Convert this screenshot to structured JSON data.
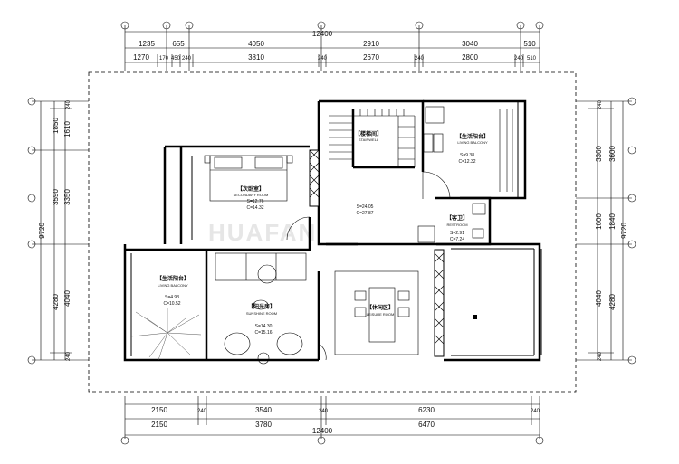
{
  "top_dims": {
    "row1": [
      "1235",
      "655",
      "4050",
      "2910",
      "3040",
      "510"
    ],
    "total": "12400",
    "row2": [
      "1270",
      "170",
      "450",
      "240",
      "3810",
      "240",
      "2670",
      "240",
      "2800",
      "240",
      "510"
    ]
  },
  "bottom_dims": {
    "row1": [
      "2150",
      "240",
      "3540",
      "240",
      "6230",
      "240"
    ],
    "row2": [
      "2150",
      "3780",
      "6470"
    ],
    "total": "12400"
  },
  "left_dims": {
    "inner": [
      "240",
      "1610",
      "3350",
      "4040",
      "240"
    ],
    "middle": [
      "1850",
      "3590",
      "4280"
    ],
    "total": "9720"
  },
  "right_dims": {
    "inner": [
      "240",
      "3360",
      "1600",
      "4040",
      "240"
    ],
    "middle": [
      "3600",
      "1840",
      "4280"
    ],
    "total": "9720"
  },
  "watermark": "HUAFAN",
  "rooms": {
    "secondary_bedroom": {
      "cn": "【次卧室】",
      "en": "SECONDARY ROOM",
      "s": "S=12.76",
      "c": "C=14.32"
    },
    "stairwell": {
      "cn": "【楼梯间】",
      "en": "STAIRWELL",
      "s": "S=24.05",
      "c": "C=27.87"
    },
    "living_balcony_right": {
      "cn": "【生活阳台】",
      "en": "LIVING BALCONY",
      "s": "S=9.38",
      "c": "C=12.32"
    },
    "restroom": {
      "cn": "【客卫】",
      "en": "RESTROOM",
      "s": "S=2.91",
      "c": "C=7.24"
    },
    "living_balcony_left": {
      "cn": "【生活阳台】",
      "en": "LIVING BALCONY",
      "s": "S=4.93",
      "c": "C=10.52"
    },
    "sunshine_room": {
      "cn": "【阳光房】",
      "en": "SUNSHINE ROOM",
      "s": "S=14.30",
      "c": "C=15.16"
    },
    "leisure_room": {
      "cn": "【休闲区】",
      "en": "LEISURE ROOM"
    }
  }
}
